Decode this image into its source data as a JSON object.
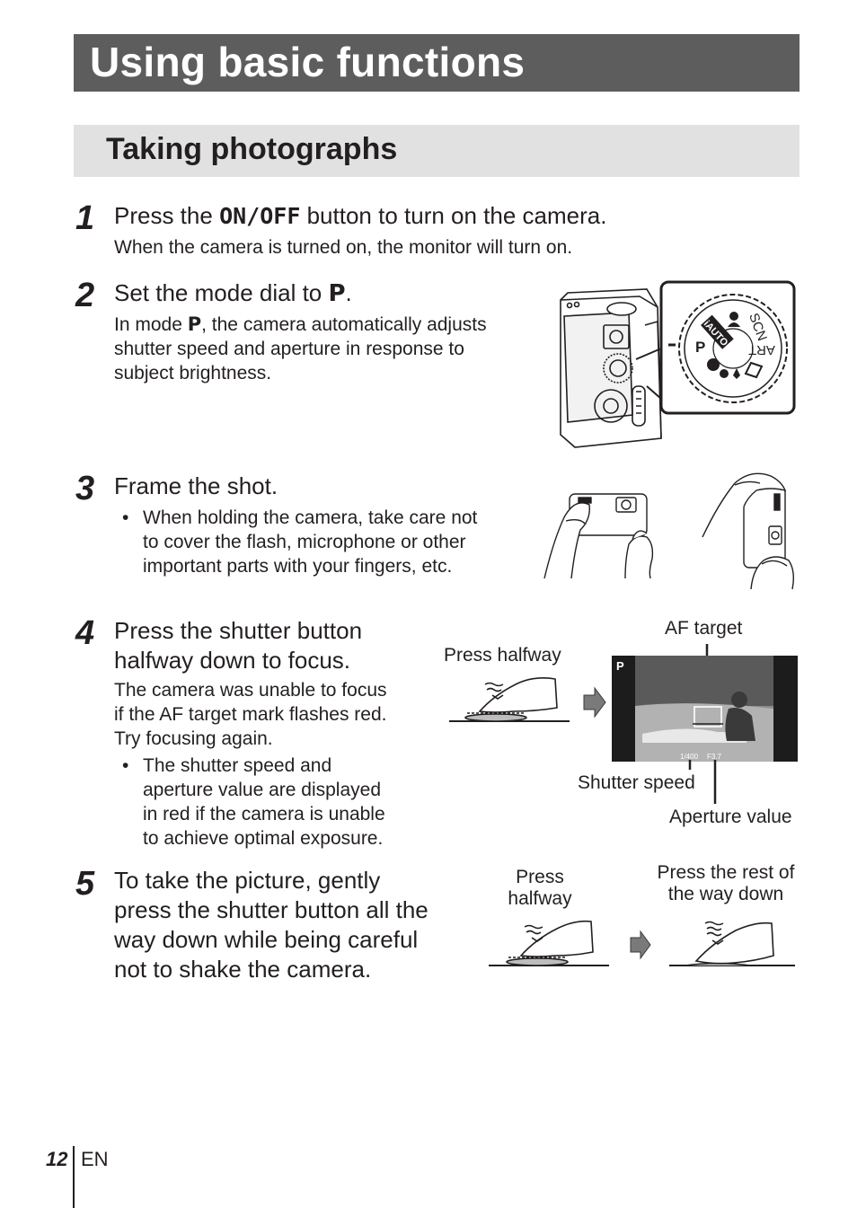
{
  "header": {
    "title": "Using basic functions"
  },
  "section": {
    "title": "Taking photographs"
  },
  "steps": [
    {
      "num": "1",
      "head_pre": "Press the ",
      "head_key": "ON/OFF",
      "head_post": " button to turn on the camera.",
      "body": "When the camera is turned on, the monitor will turn on."
    },
    {
      "num": "2",
      "head_pre": "Set the mode dial to ",
      "head_key": "P",
      "head_post": ".",
      "body_pre": "In mode ",
      "body_key": "P",
      "body_line1_post": ", the camera automatically adjusts",
      "body_line2": "shutter speed and aperture in response to",
      "body_line3": "subject brightness."
    },
    {
      "num": "3",
      "head": "Frame the shot.",
      "bullet": "•",
      "bullet_lines": [
        "When holding the camera, take care not",
        "to cover the flash, microphone or other",
        "important parts with your fingers, etc."
      ]
    },
    {
      "num": "4",
      "head_lines": [
        "Press the shutter button",
        "halfway down to focus."
      ],
      "body_lines": [
        "The camera was unable to focus",
        "if the AF target mark flashes red.",
        "Try focusing again."
      ],
      "bullet": "•",
      "bullet_lines": [
        "The shutter speed and",
        "aperture value are displayed",
        "in red if the camera is unable",
        "to achieve optimal exposure."
      ]
    },
    {
      "num": "5",
      "head_lines": [
        "To take the picture, gently",
        "press the shutter button all the",
        "way down while being careful",
        "not to shake the camera."
      ]
    }
  ],
  "dial": {
    "labels": {
      "scn": "SCN",
      "art": "ART",
      "p": "P",
      "auto": "iAUTO"
    }
  },
  "figure4": {
    "press_halfway": "Press halfway",
    "af_target": "AF target",
    "shutter_speed": "Shutter speed",
    "aperture_value": "Aperture value",
    "screen_mode": "P",
    "screen_shutter": "1/400",
    "screen_aperture": "F3.7"
  },
  "figure5": {
    "press_halfway_lines": [
      "Press",
      "halfway"
    ],
    "press_rest_lines": [
      "Press the rest of",
      "the way down"
    ]
  },
  "footer": {
    "page": "12",
    "lang": "EN"
  },
  "colors": {
    "title_bar": "#5d5d5d",
    "section_bar": "#e1e1e1",
    "text": "#231f20"
  }
}
